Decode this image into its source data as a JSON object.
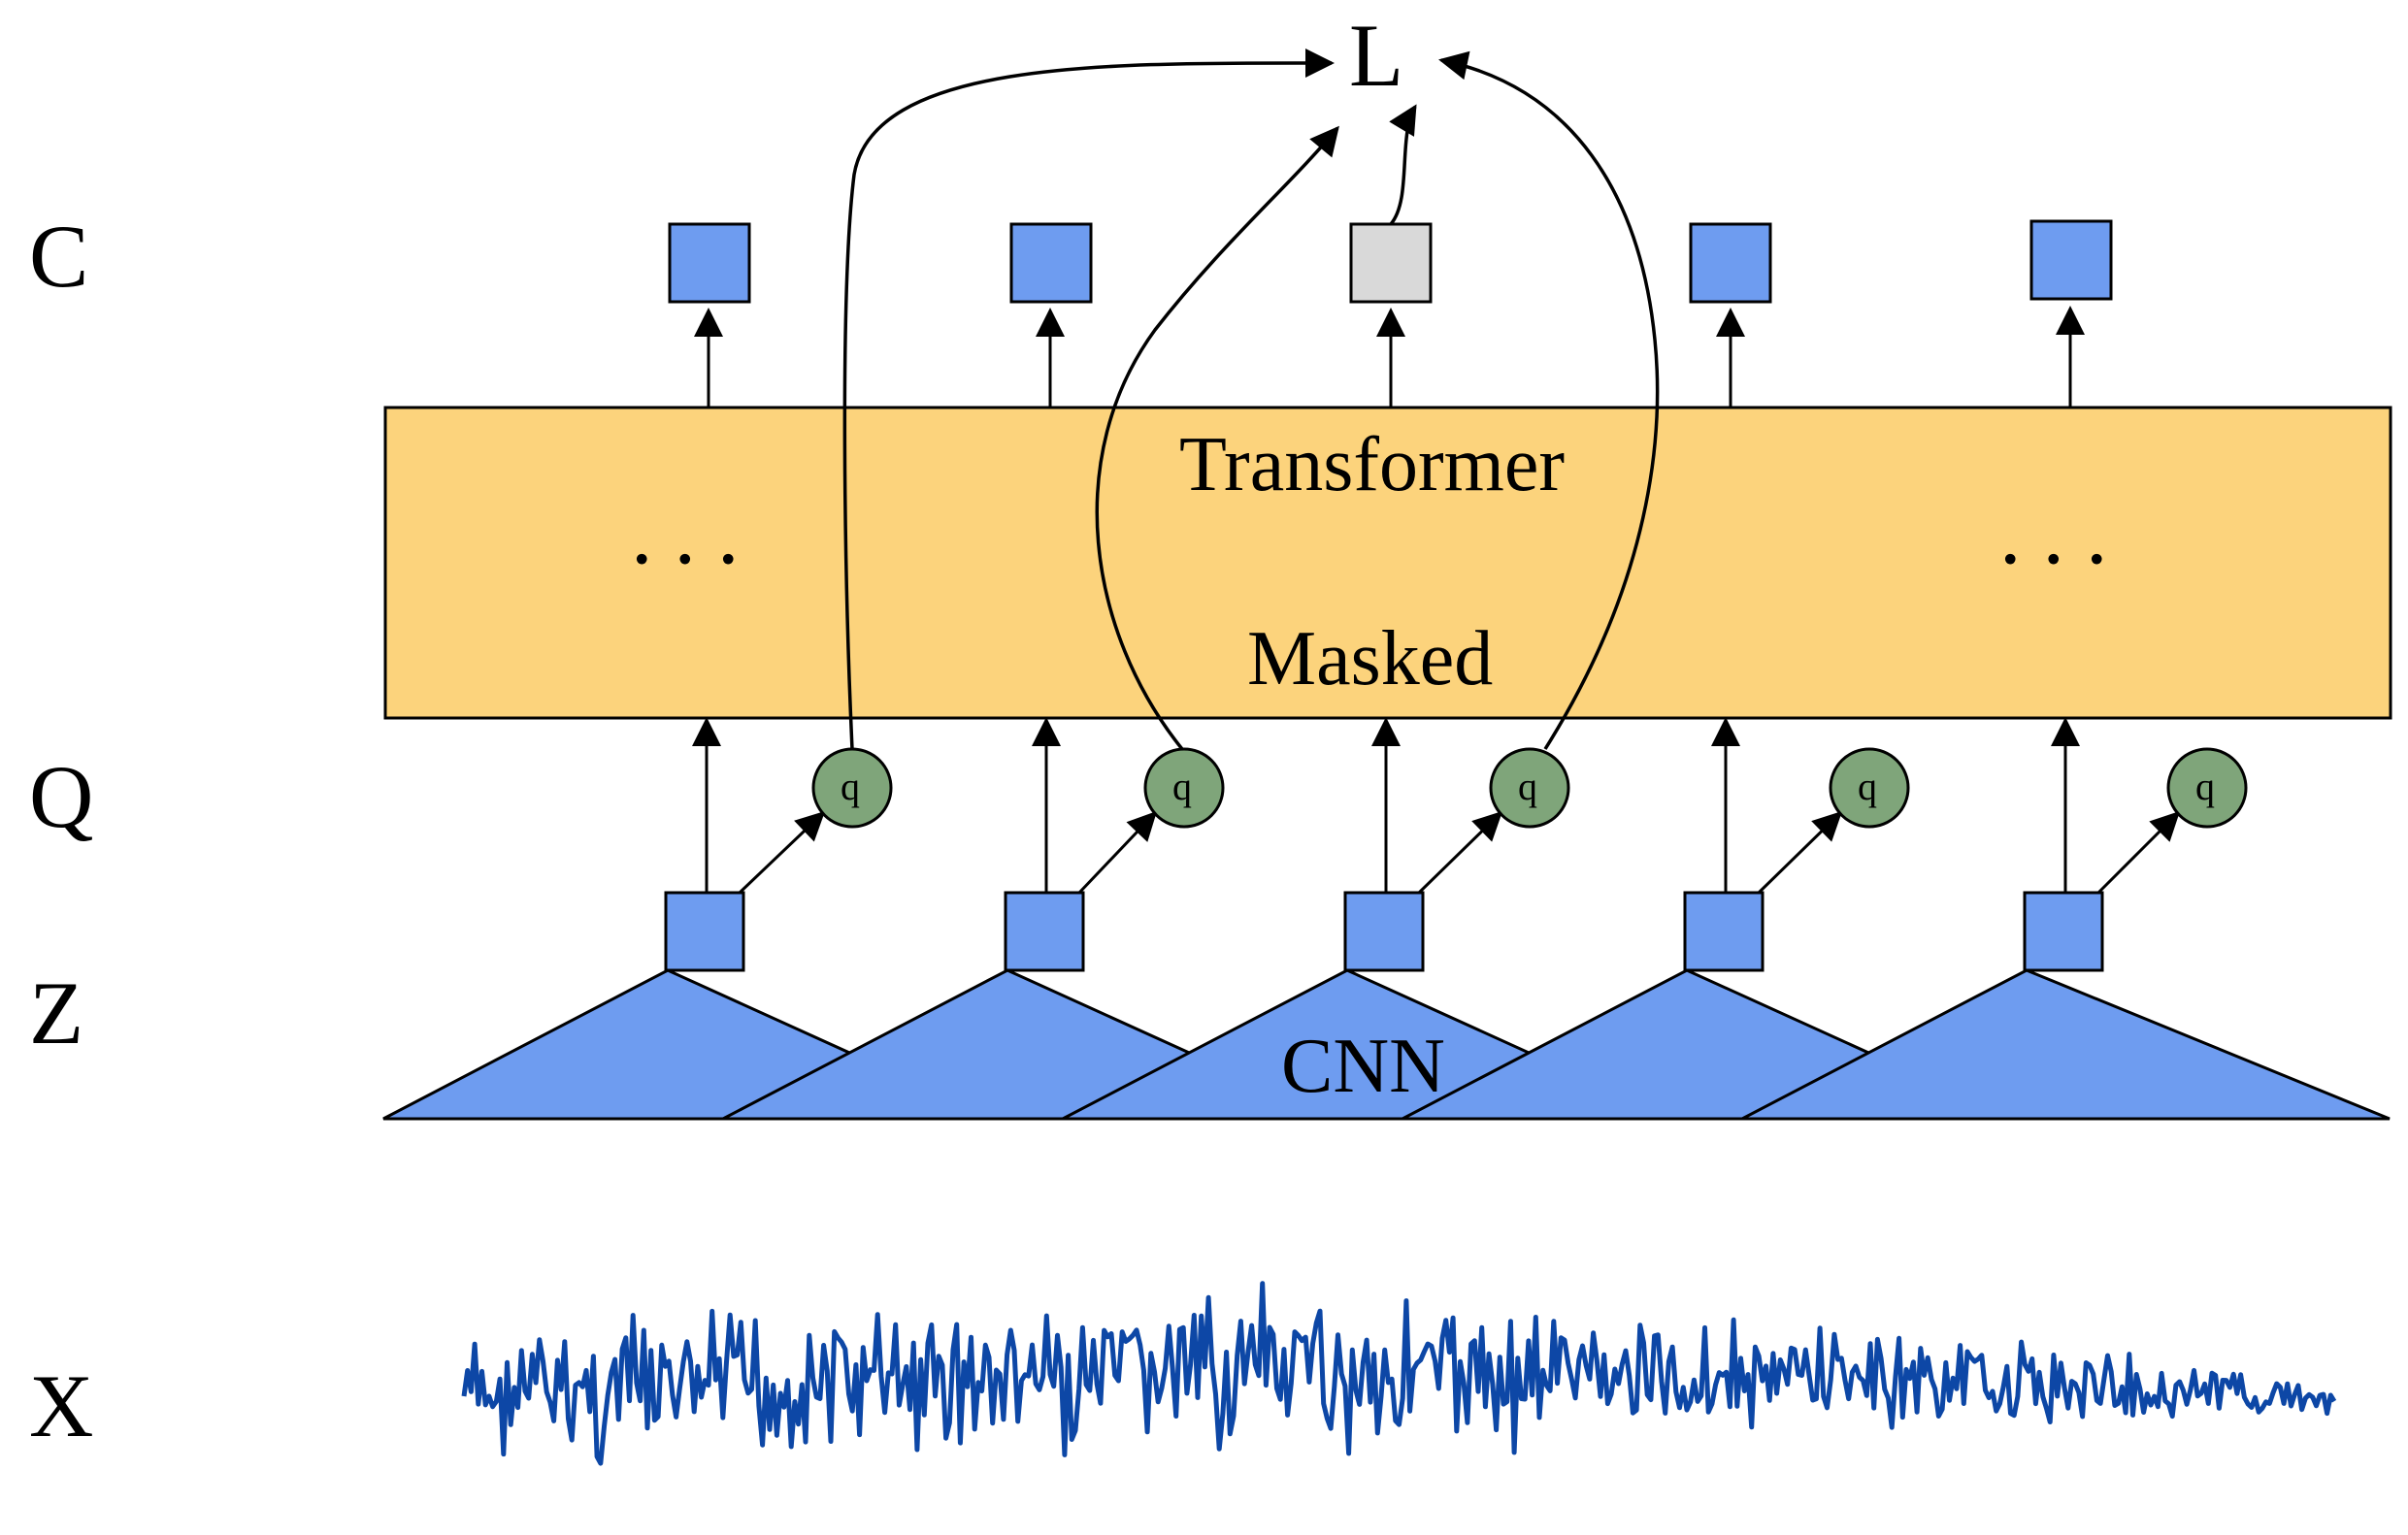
{
  "row_labels": {
    "c": "C",
    "q": "Q",
    "z": "Z",
    "x": "X"
  },
  "loss_label": "L",
  "transformer_label": "Transformer",
  "masked_label": "Masked",
  "cnn_label": "CNN",
  "ellipsis_left": "...",
  "ellipsis_right": "...",
  "quantizer_label": "q",
  "colors": {
    "block_blue": "#6e9cf0",
    "masked_gray": "#d9d9d9",
    "transformer_fill": "#fcd37c",
    "quantizer_green": "#7fa57a",
    "waveform": "#0d47a6",
    "stroke": "#000000"
  },
  "context_vectors": [
    "blue",
    "blue",
    "gray",
    "blue",
    "blue"
  ]
}
